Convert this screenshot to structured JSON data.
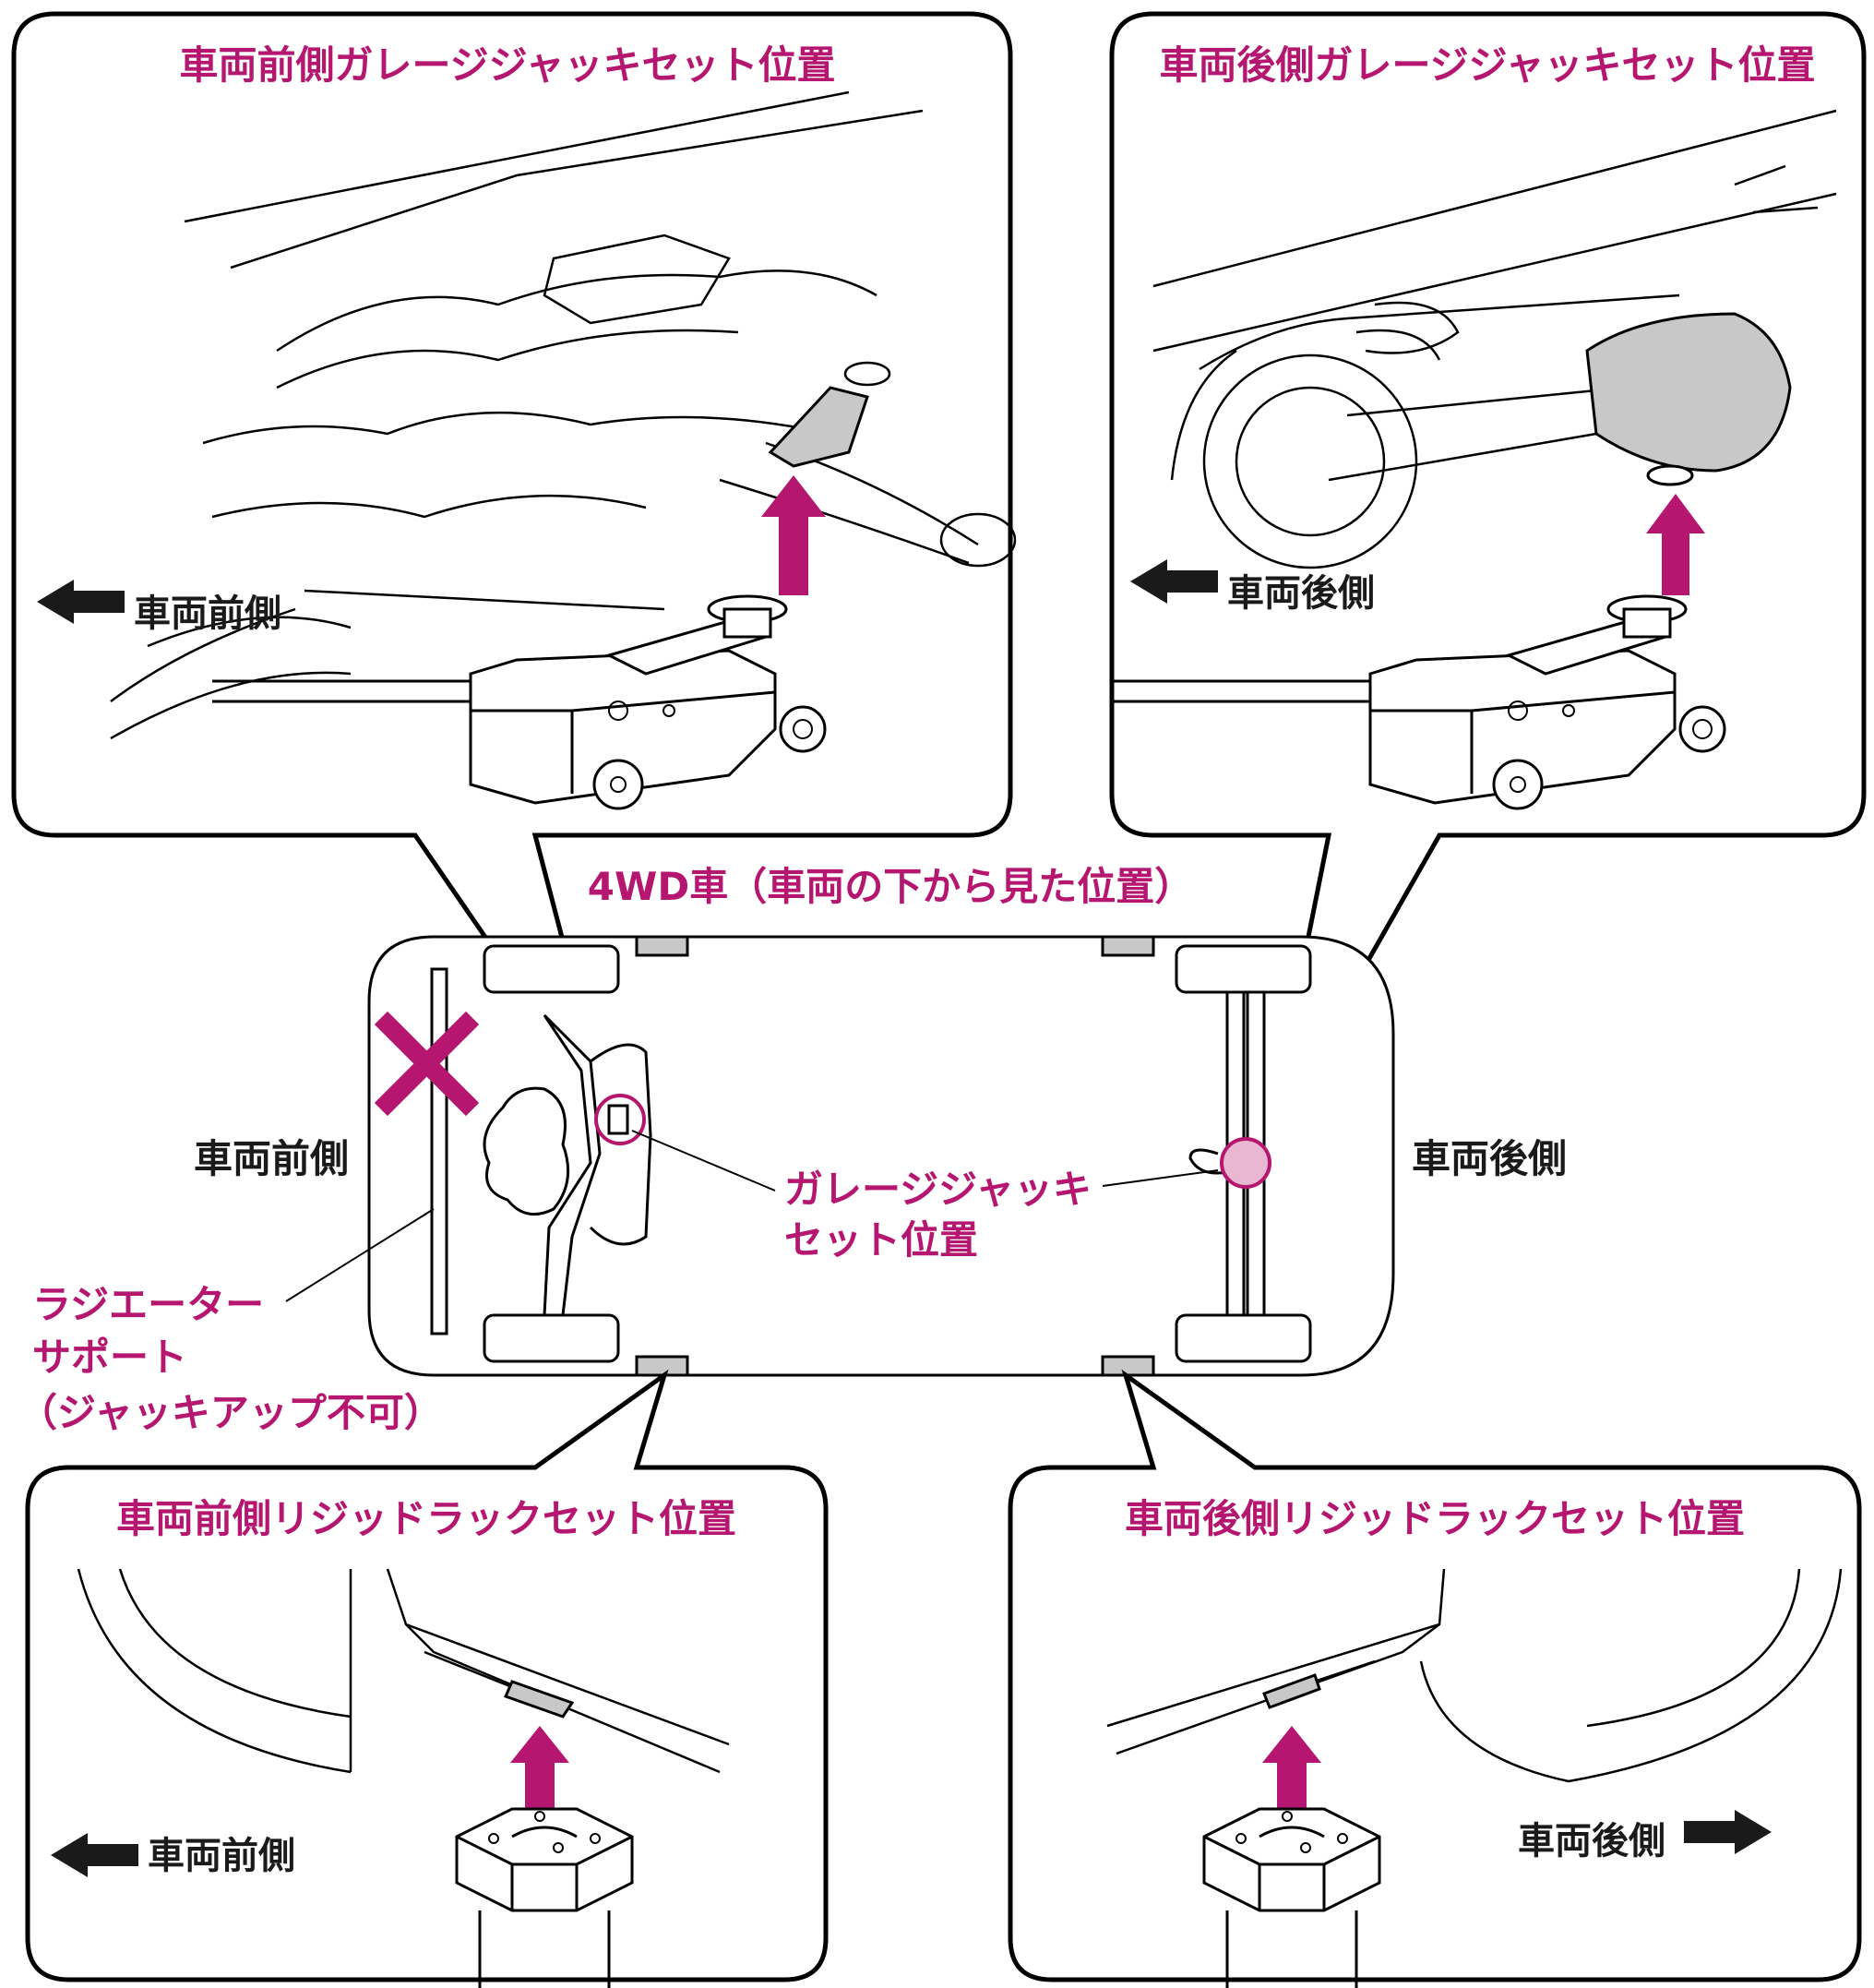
{
  "colors": {
    "accent_magenta": "#b5166f",
    "outline": "#000000",
    "highlight_gray": "#c8c8c8"
  },
  "panels": {
    "front_jack": {
      "title": "車両前側ガレージジャッキセット位置",
      "direction_label": "車両前側"
    },
    "rear_jack": {
      "title": "車両後側ガレージジャッキセット位置",
      "direction_label": "車両後側"
    },
    "front_rack": {
      "title": "車両前側リジッドラックセット位置",
      "direction_label": "車両前側"
    },
    "rear_rack": {
      "title": "車両後側リジッドラックセット位置",
      "direction_label": "車両後側"
    }
  },
  "underbody": {
    "title": "4WD車（車両の下から見た位置）",
    "front_label": "車両前側",
    "rear_label": "車両後側",
    "jack_point_label": [
      "ガレージジャッキ",
      "セット位置"
    ],
    "radiator_label": [
      "ラジエーター",
      "サポート",
      "（ジャッキアップ不可）"
    ]
  },
  "icons": [
    "arrow-left-icon",
    "arrow-right-icon",
    "arrow-up-icon",
    "prohibited-x-icon",
    "garage-jack-icon",
    "rigid-rack-icon"
  ]
}
